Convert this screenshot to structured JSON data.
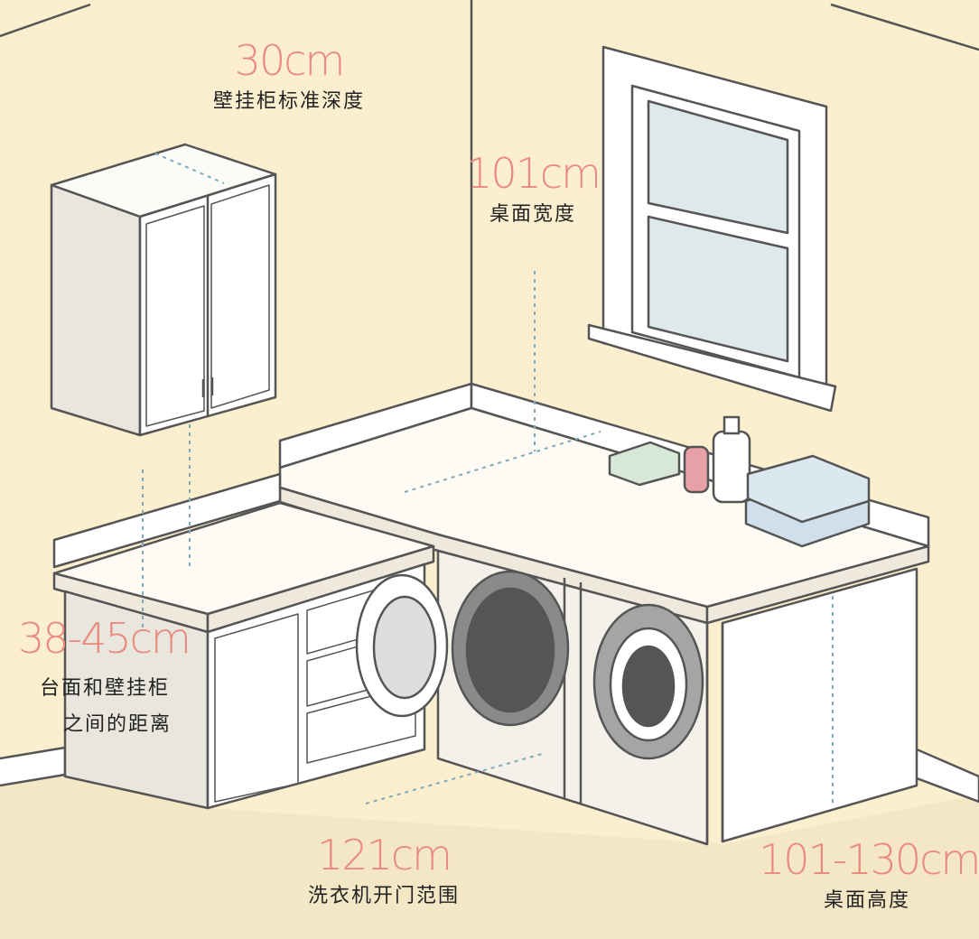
{
  "colors": {
    "wall": "#fcefcf",
    "floor": "#f4e7c6",
    "label": "#e98a80",
    "outline": "#555555",
    "dimension_line": "#7fa9b8"
  },
  "labels": {
    "wall_cabinet_depth": {
      "value": "30cm",
      "caption": "壁挂柜标准深度"
    },
    "counter_width": {
      "value": "101cm",
      "caption": "桌面宽度"
    },
    "counter_to_cabinet": {
      "value": "38-45cm",
      "caption_line1": "台面和壁挂柜",
      "caption_line2": "之间的距离"
    },
    "washer_door_range": {
      "value": "121cm",
      "caption": "洗衣机开门范围"
    },
    "counter_height": {
      "value": "101-130cm",
      "caption": "桌面高度"
    }
  }
}
